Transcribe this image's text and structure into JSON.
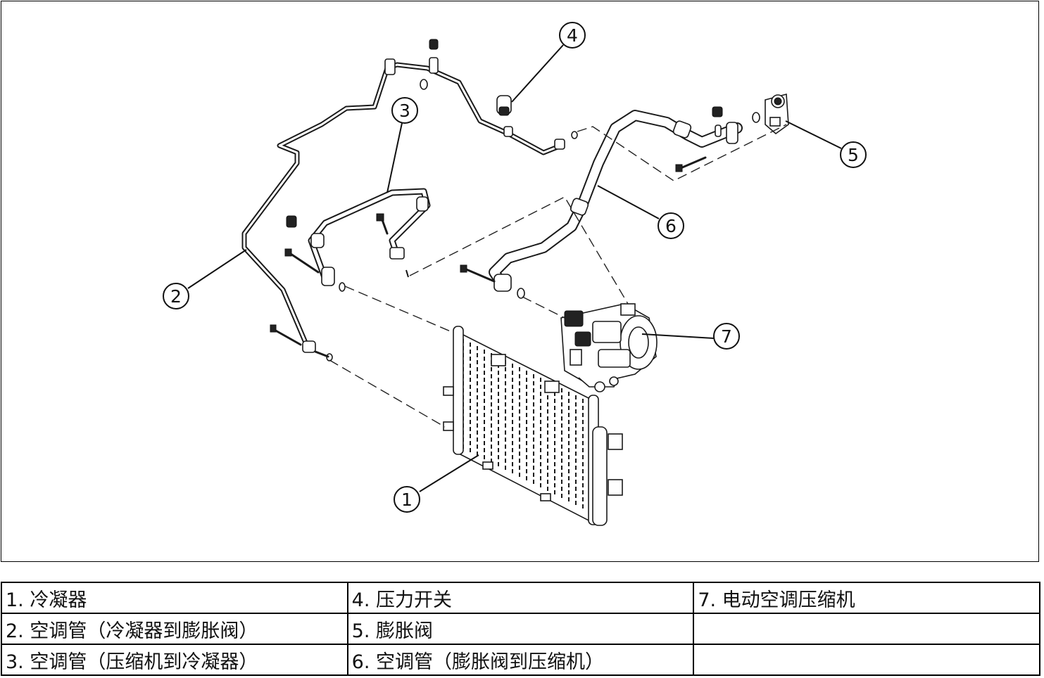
{
  "diagram": {
    "callouts": [
      "1",
      "2",
      "3",
      "4",
      "5",
      "6",
      "7"
    ]
  },
  "legend": {
    "rows": [
      [
        "1. 冷凝器",
        "4. 压力开关",
        "7. 电动空调压缩机"
      ],
      [
        "2. 空调管（冷凝器到膨胀阀）",
        "5. 膨胀阀",
        ""
      ],
      [
        "3. 空调管（压缩机到冷凝器）",
        "6. 空调管（膨胀阀到压缩机）",
        ""
      ]
    ]
  }
}
